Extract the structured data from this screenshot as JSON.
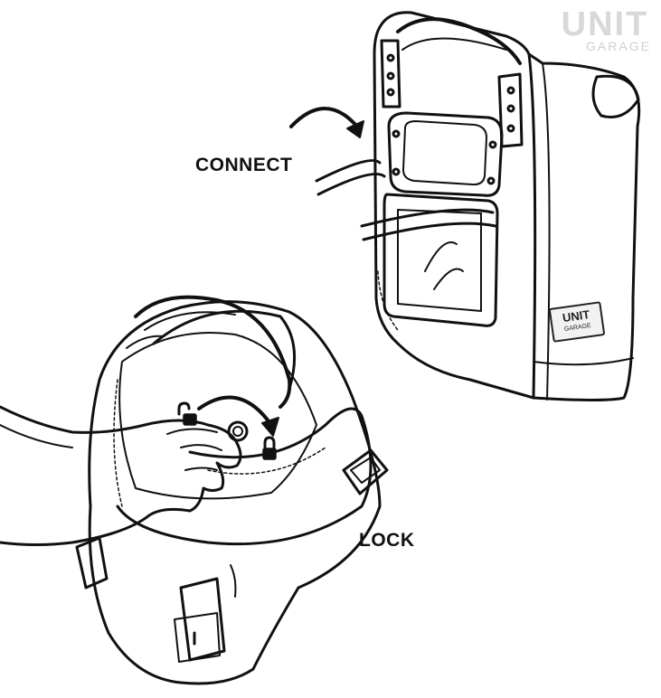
{
  "labels": {
    "connect": "CONNECT",
    "lock": "LOCK"
  },
  "logo": {
    "main": "UNIT",
    "sub": "GARAGE"
  },
  "badge": {
    "main": "UNIT",
    "sub": "GARAGE"
  },
  "icons": {
    "unlocked": "unlocked-padlock-icon",
    "locked": "locked-padlock-icon",
    "connect_arrow": "curved-arrow-icon",
    "lock_arrow": "curved-arrow-icon"
  },
  "colors": {
    "ink": "#111111",
    "logo": "#d8d8d8",
    "background": "#ffffff"
  }
}
